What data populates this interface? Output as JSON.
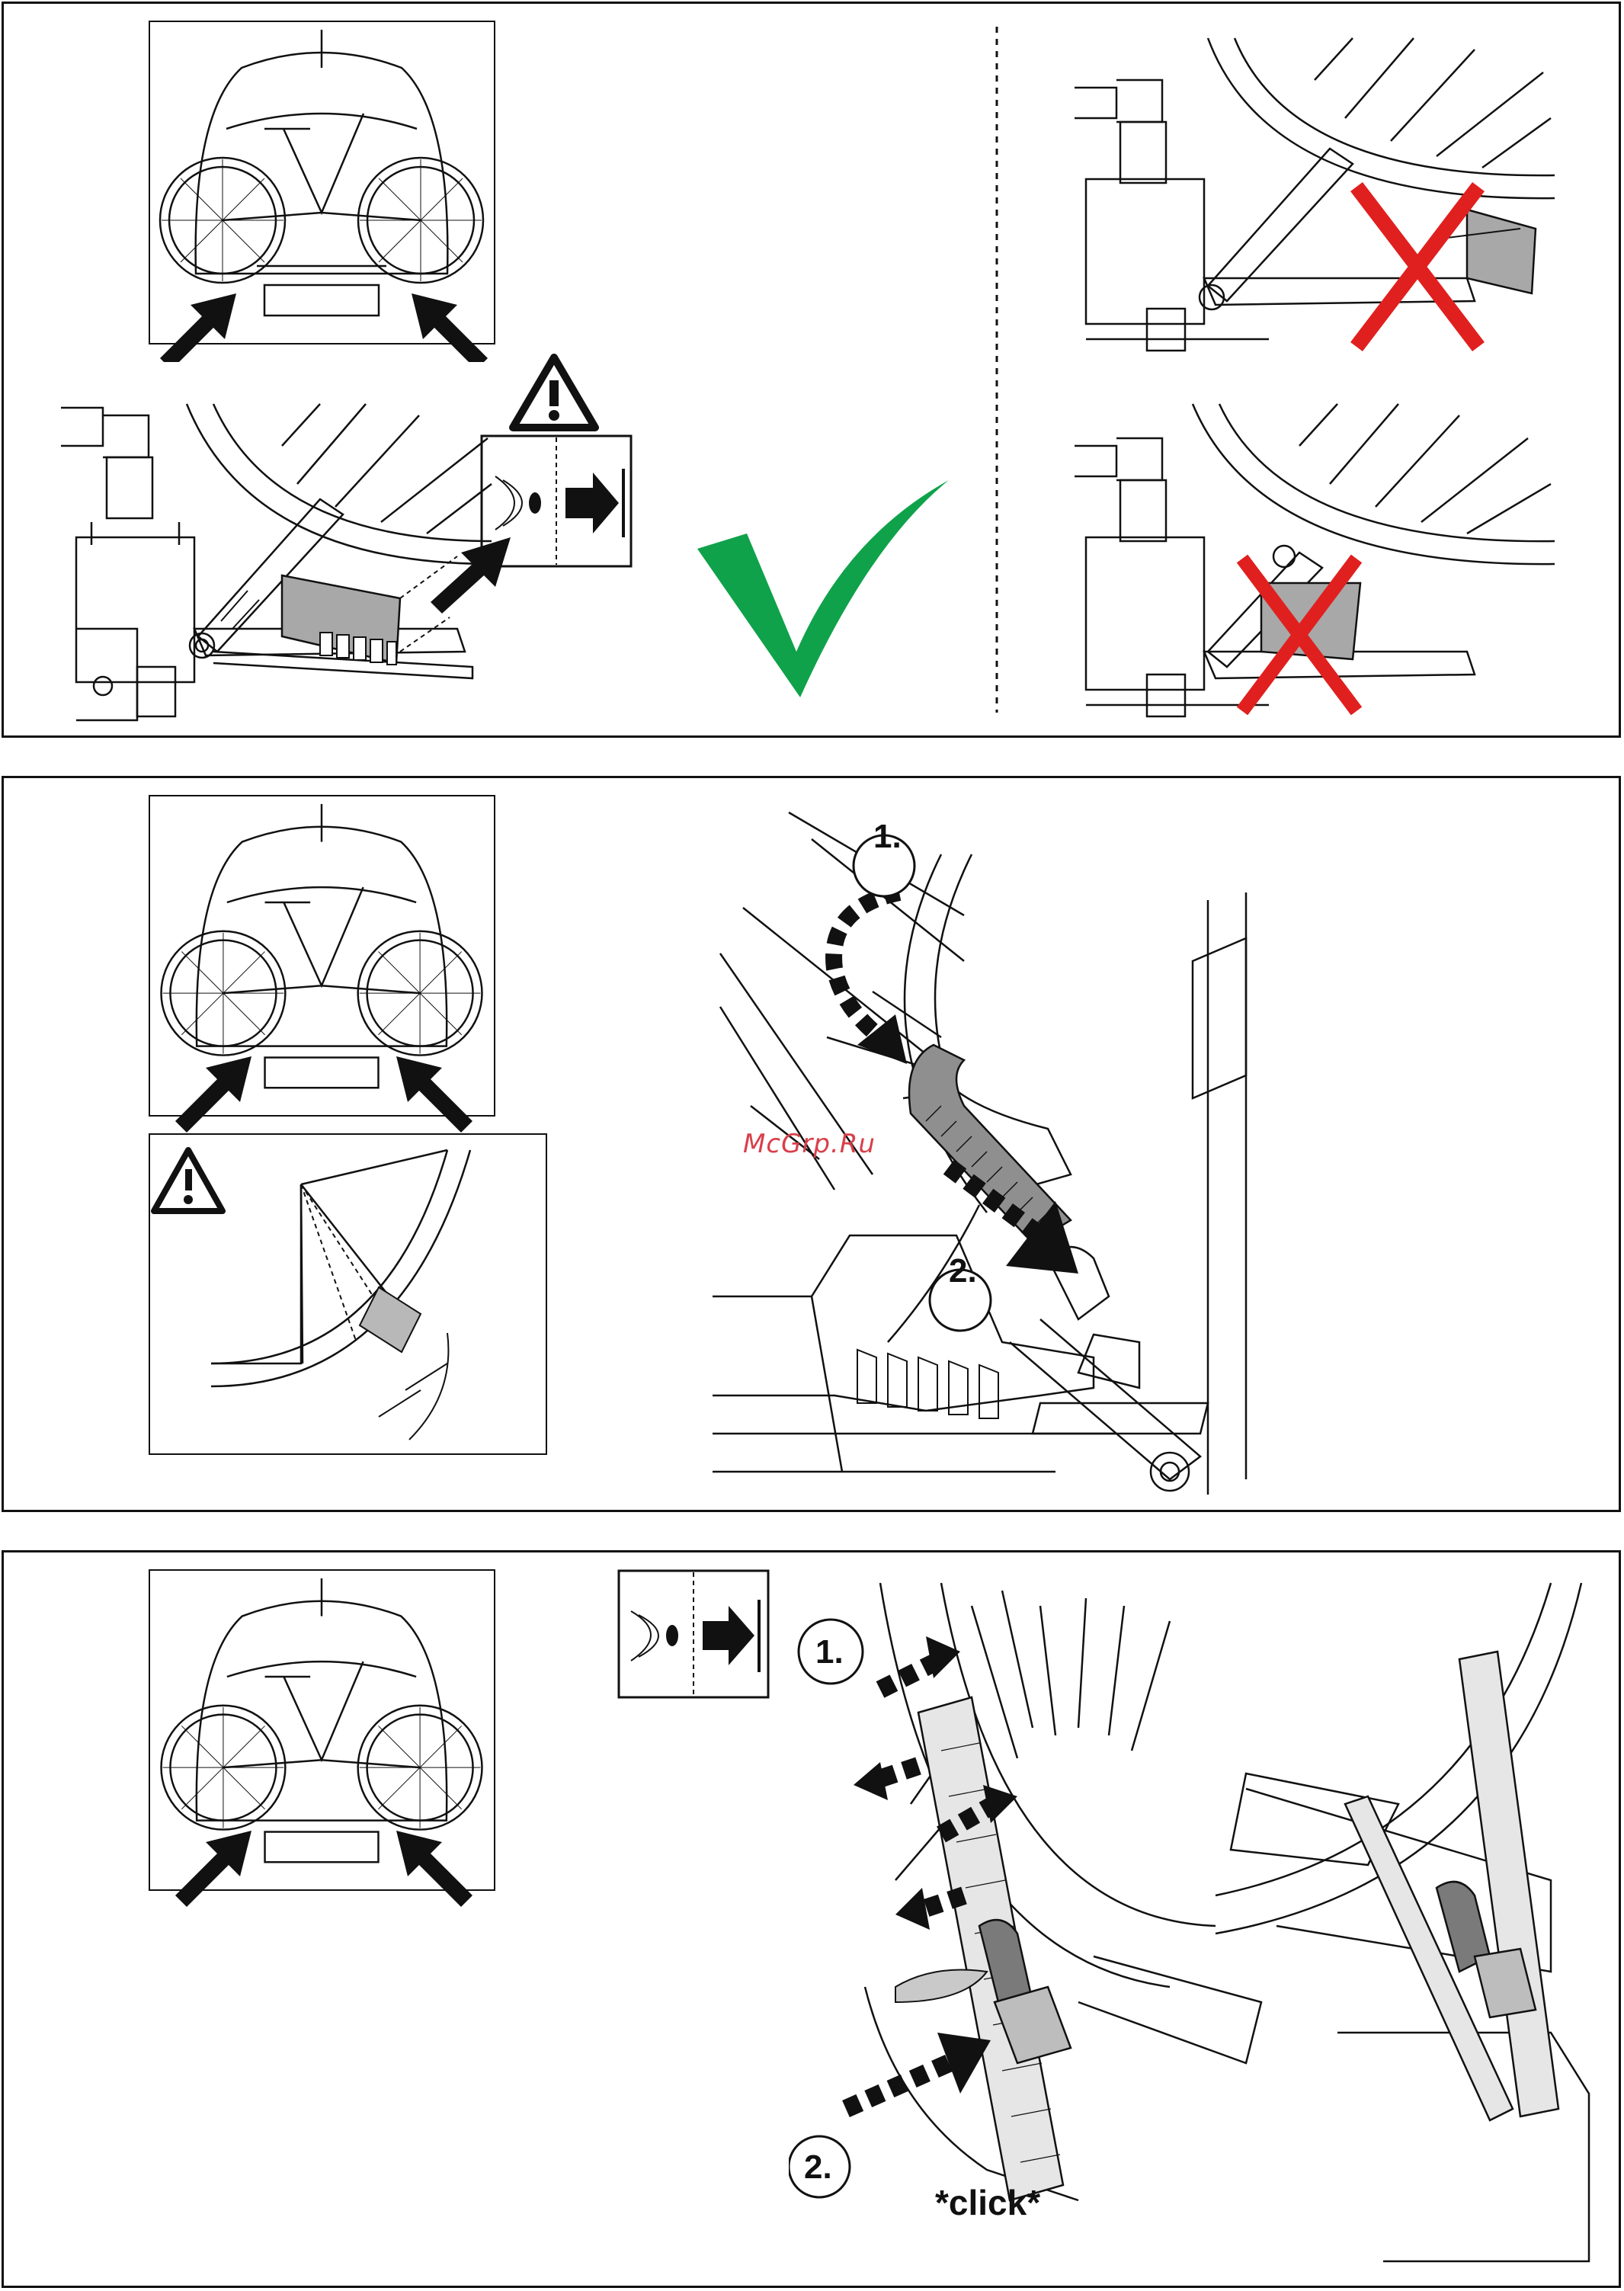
{
  "steps": [
    {
      "id": "panel-1",
      "correct_mark": "check-icon",
      "wrong_marks": [
        "cross-icon",
        "cross-icon"
      ],
      "warning": "warning-triangle-icon",
      "inspect": "eye-inspect-icon"
    },
    {
      "id": "panel-2",
      "labels": {
        "step1": "1.",
        "step2": "2."
      },
      "warning": "warning-triangle-icon"
    },
    {
      "id": "panel-3",
      "labels": {
        "step1": "1.",
        "step2": "2."
      },
      "sound": "*click*",
      "inspect": "eye-inspect-icon"
    }
  ],
  "watermark": "McGrp.Ru",
  "colors": {
    "check": "#0fa24a",
    "cross": "#e0201f",
    "line": "#111111",
    "fill_gray": "#a8a8a8",
    "watermark": "#d8404a"
  }
}
